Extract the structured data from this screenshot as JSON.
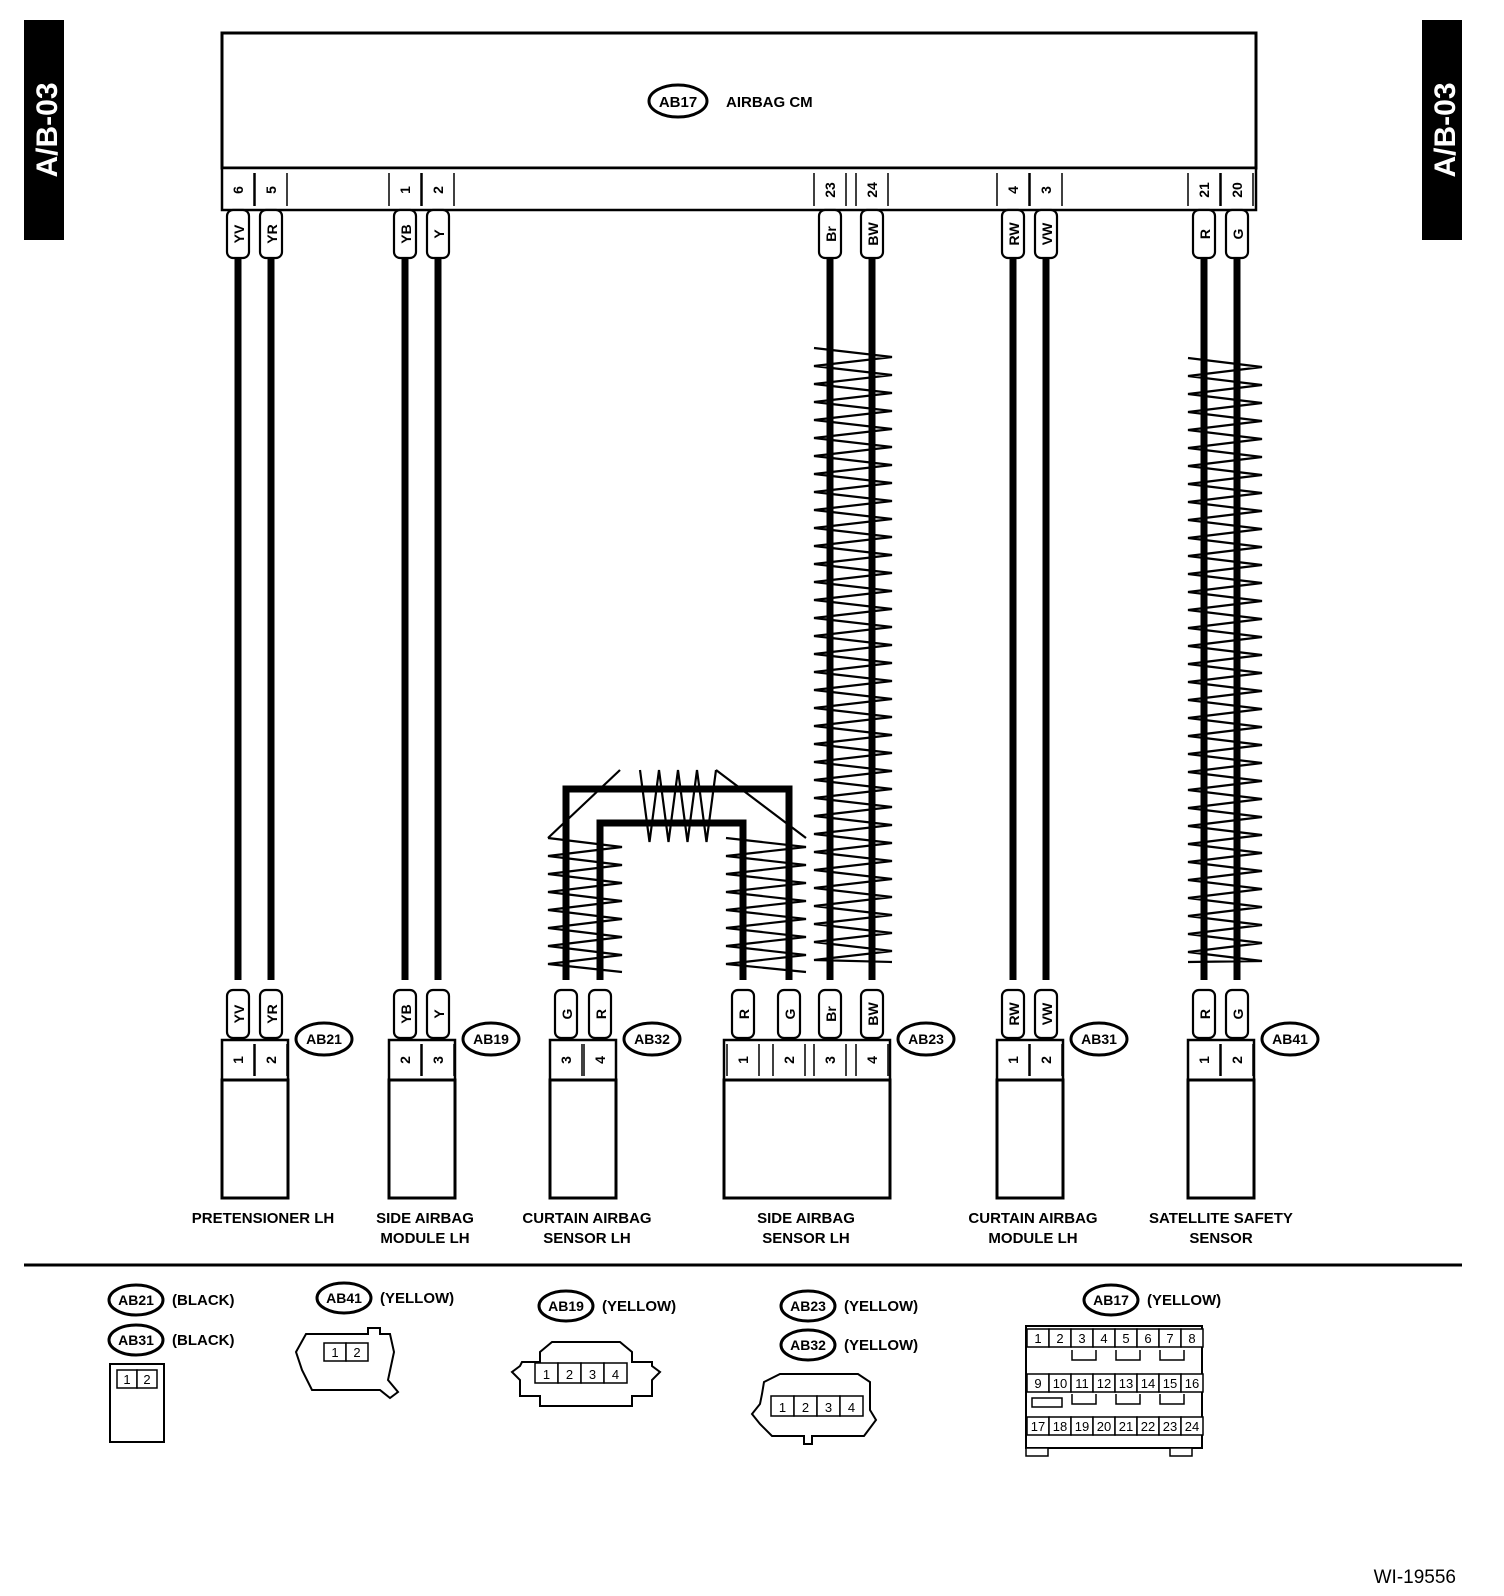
{
  "sheet": {
    "page_tag": "A/B-03",
    "figure_id": "WI-19556"
  },
  "control_module": {
    "connector": "AB17",
    "name": "AIRBAG CM",
    "pins": [
      {
        "pin": "6",
        "wire": "YV"
      },
      {
        "pin": "5",
        "wire": "YR"
      },
      {
        "pin": "1",
        "wire": "YB"
      },
      {
        "pin": "2",
        "wire": "Y"
      },
      {
        "pin": "23",
        "wire": "Br"
      },
      {
        "pin": "24",
        "wire": "BW"
      },
      {
        "pin": "4",
        "wire": "RW"
      },
      {
        "pin": "3",
        "wire": "VW"
      },
      {
        "pin": "21",
        "wire": "R"
      },
      {
        "pin": "20",
        "wire": "G"
      }
    ]
  },
  "devices": [
    {
      "id": "pretensioner",
      "connector": "AB21",
      "name": [
        "PRETENSIONER LH"
      ],
      "terminals": [
        {
          "pin": "1",
          "wire": "YV"
        },
        {
          "pin": "2",
          "wire": "YR"
        }
      ]
    },
    {
      "id": "side-airbag-module",
      "connector": "AB19",
      "name": [
        "SIDE AIRBAG",
        "MODULE LH"
      ],
      "terminals": [
        {
          "pin": "2",
          "wire": "YB"
        },
        {
          "pin": "3",
          "wire": "Y"
        }
      ]
    },
    {
      "id": "curtain-airbag-sensor",
      "connector": "AB32",
      "name": [
        "CURTAIN AIRBAG",
        "SENSOR LH"
      ],
      "terminals": [
        {
          "pin": "3",
          "wire": "G"
        },
        {
          "pin": "4",
          "wire": "R"
        }
      ]
    },
    {
      "id": "side-airbag-sensor",
      "connector": "AB23",
      "name": [
        "SIDE AIRBAG",
        "SENSOR LH"
      ],
      "terminals": [
        {
          "pin": "1",
          "wire": "R"
        },
        {
          "pin": "2",
          "wire": "G"
        },
        {
          "pin": "3",
          "wire": "Br"
        },
        {
          "pin": "4",
          "wire": "BW"
        }
      ]
    },
    {
      "id": "curtain-airbag-module",
      "connector": "AB31",
      "name": [
        "CURTAIN AIRBAG",
        "MODULE LH"
      ],
      "terminals": [
        {
          "pin": "1",
          "wire": "RW"
        },
        {
          "pin": "2",
          "wire": "VW"
        }
      ]
    },
    {
      "id": "satellite-safety-sensor",
      "connector": "AB41",
      "name": [
        "SATELLITE SAFETY",
        "SENSOR"
      ],
      "terminals": [
        {
          "pin": "1",
          "wire": "R"
        },
        {
          "pin": "2",
          "wire": "G"
        }
      ]
    }
  ],
  "legend": {
    "ab21": {
      "connector": "AB21",
      "color": "(BLACK)"
    },
    "ab31": {
      "connector": "AB31",
      "color": "(BLACK)"
    },
    "ab41": {
      "connector": "AB41",
      "color": "(YELLOW)"
    },
    "ab19": {
      "connector": "AB19",
      "color": "(YELLOW)"
    },
    "ab23": {
      "connector": "AB23",
      "color": "(YELLOW)"
    },
    "ab32": {
      "connector": "AB32",
      "color": "(YELLOW)"
    },
    "ab17": {
      "connector": "AB17",
      "color": "(YELLOW)"
    },
    "two_pin": [
      "1",
      "2"
    ],
    "four_pin": [
      "1",
      "2",
      "3",
      "4"
    ],
    "ab17_pins": [
      [
        "1",
        "2",
        "3",
        "4",
        "5",
        "6",
        "7",
        "8"
      ],
      [
        "9",
        "10",
        "11",
        "12",
        "13",
        "14",
        "15",
        "16"
      ],
      [
        "17",
        "18",
        "19",
        "20",
        "21",
        "22",
        "23",
        "24"
      ]
    ]
  }
}
